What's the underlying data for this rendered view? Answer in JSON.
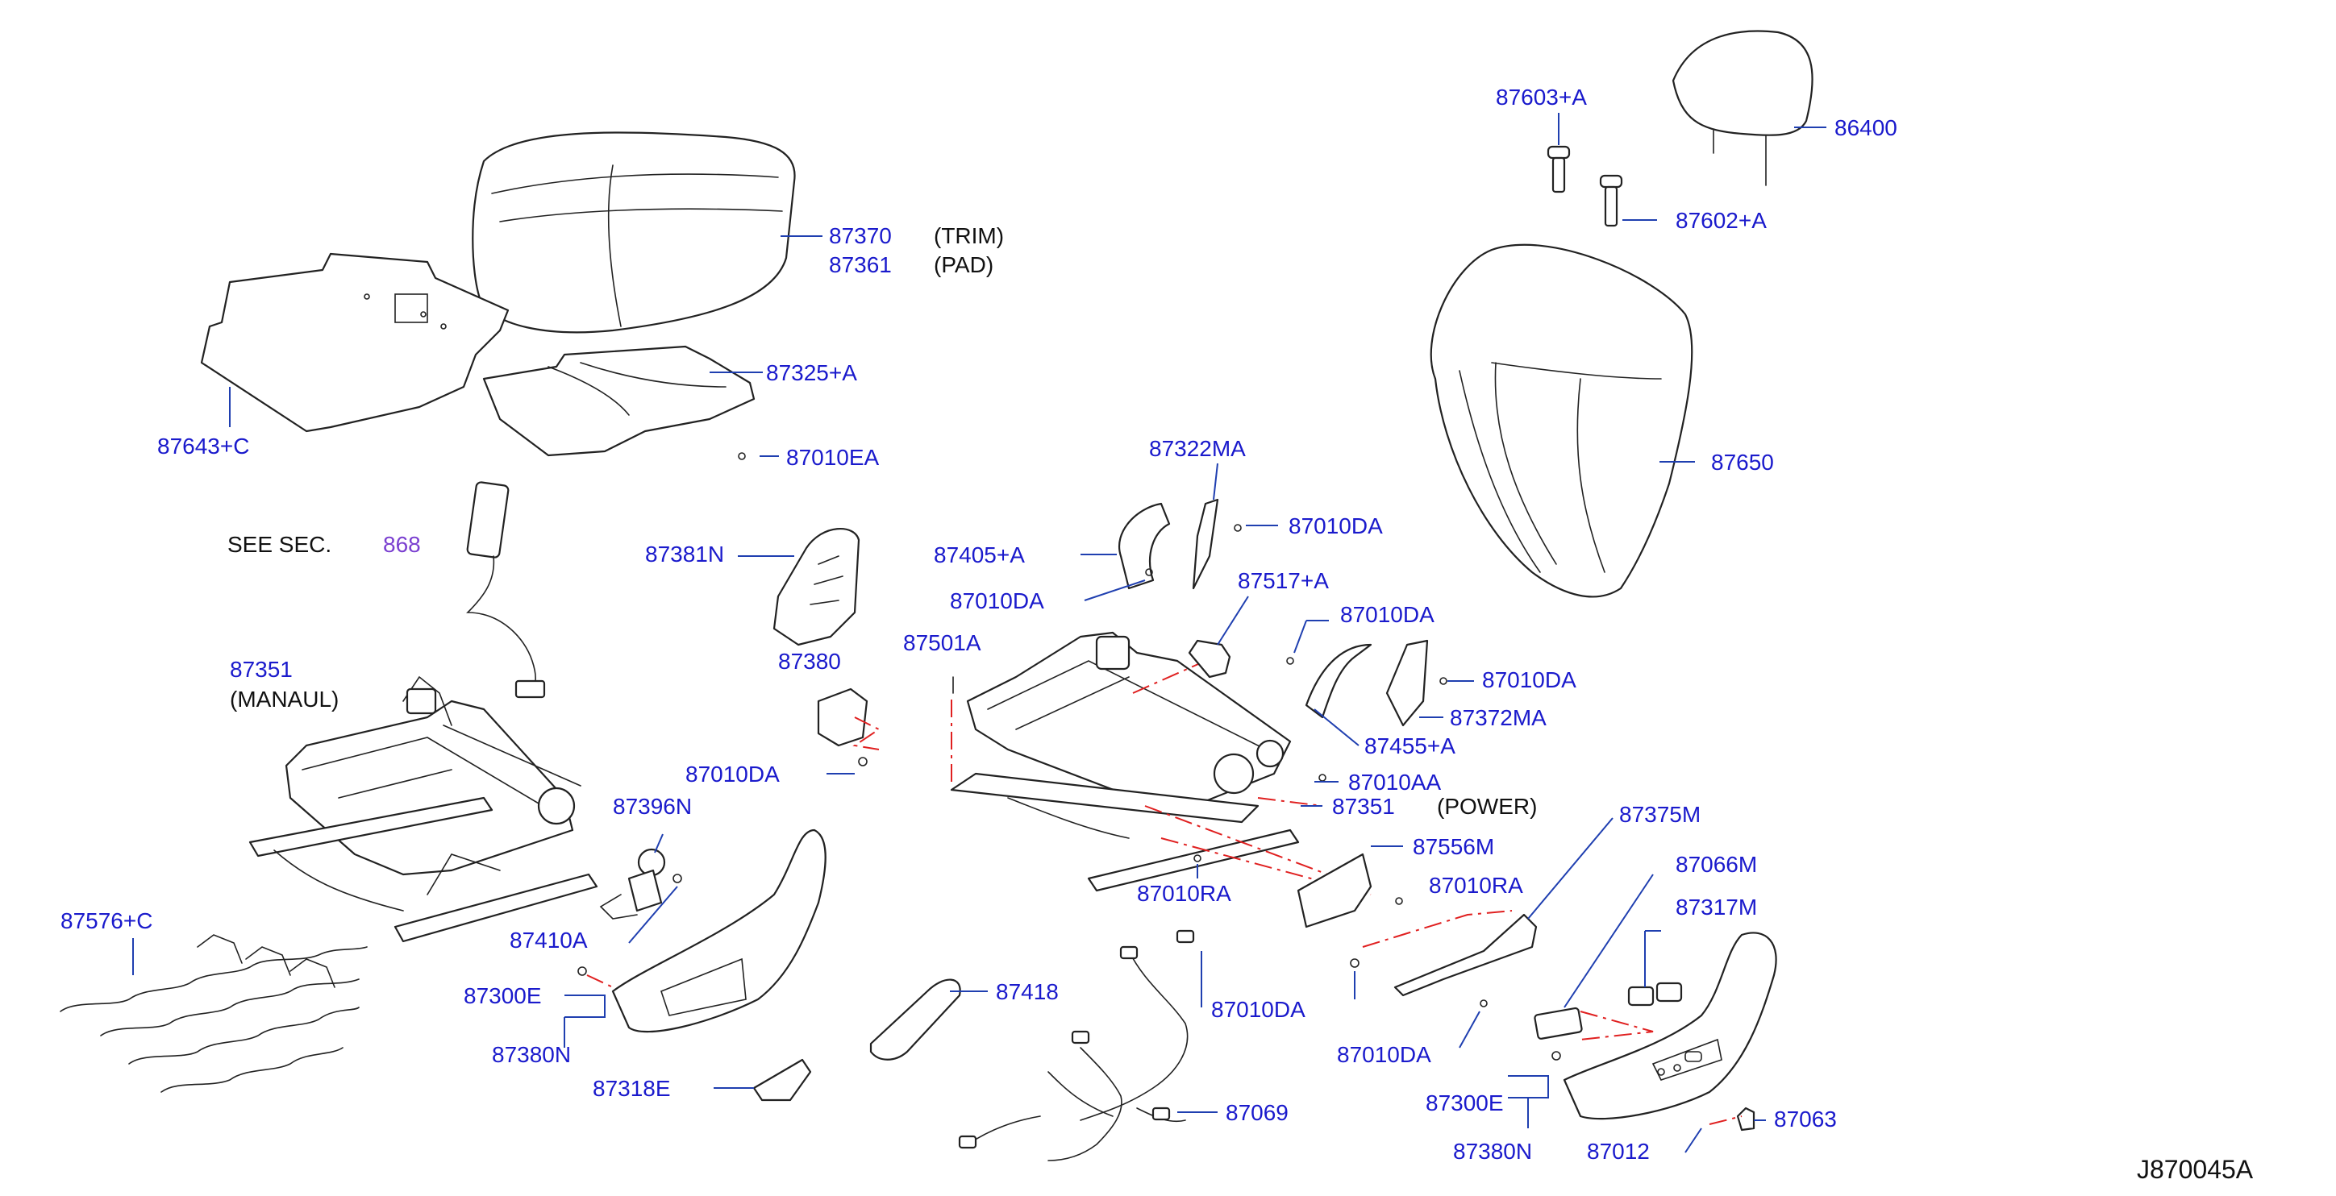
{
  "labels": {
    "l87370": "87370",
    "l87361": "87361",
    "trim": "(TRIM)",
    "pad": "(PAD)",
    "l87325A": "87325+A",
    "l87643C": "87643+C",
    "l87010EA": "87010EA",
    "see_sec": "SEE   SEC.",
    "sec868": "868",
    "l87381N": "87381N",
    "l87380": "87380",
    "l87010DA_a": "87010DA",
    "l87010DA_b": "87010DA",
    "l87010DA_c": "87010DA",
    "l87010DA_d": "87010DA",
    "l87010DA_e": "87010DA",
    "l87010DA_f": "87010DA",
    "l87010DA_g": "87010DA",
    "l87351_man": "87351",
    "manual": "(MANAUL)",
    "l87396N": "87396N",
    "l87410A": "87410A",
    "l87300E_a": "87300E",
    "l87380N_a": "87380N",
    "l87576C": "87576+C",
    "l87318E": "87318E",
    "l87418": "87418",
    "l87069": "87069",
    "l87322MA": "87322MA",
    "l87405A": "87405+A",
    "l87517A": "87517+A",
    "l87501A": "87501A",
    "l87455A": "87455+A",
    "l87372MA": "87372MA",
    "l87010AA": "87010AA",
    "l87351_pow": "87351",
    "power": "(POWER)",
    "l87556M": "87556M",
    "l87010RA_a": "87010RA",
    "l87010RA_b": "87010RA",
    "l87375M": "87375M",
    "l87066M": "87066M",
    "l87317M": "87317M",
    "l87300E_b": "87300E",
    "l87380N_b": "87380N",
    "l87012": "87012",
    "l87063": "87063",
    "l87603A": "87603+A",
    "l86400": "86400",
    "l87602A": "87602+A",
    "l87650": "87650",
    "diagram_code": "J870045A"
  }
}
